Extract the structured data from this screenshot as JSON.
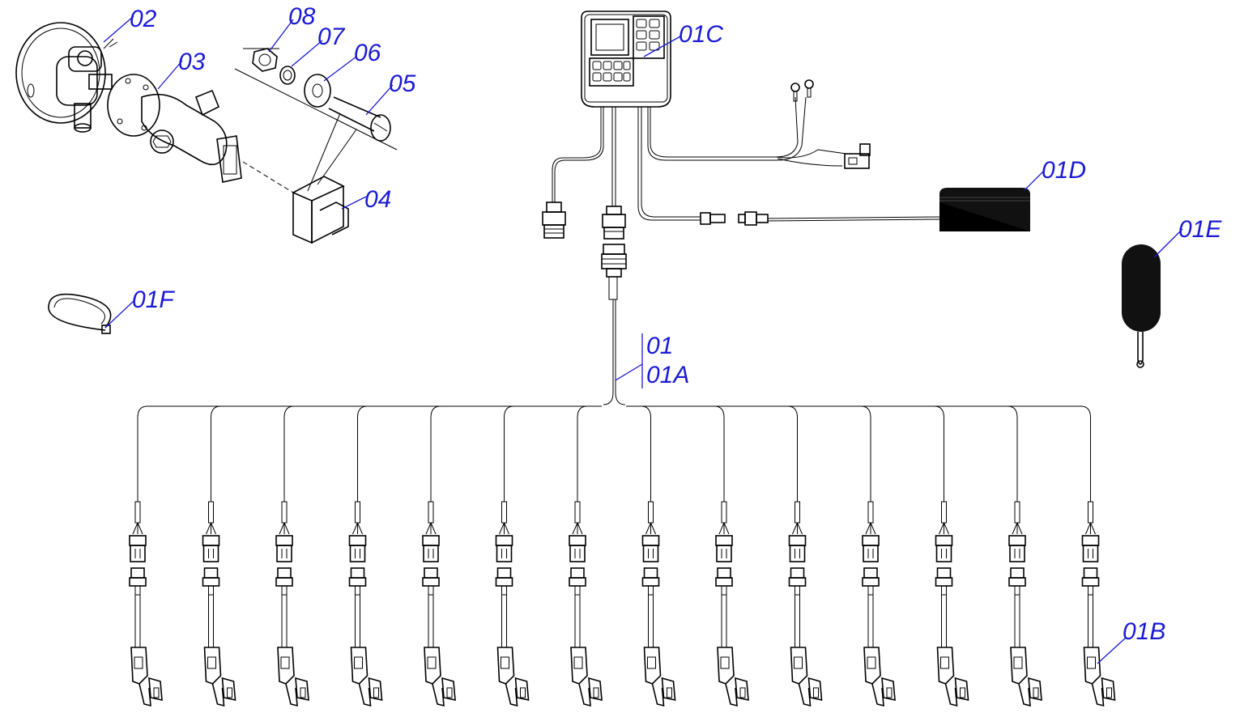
{
  "diagram": {
    "labels": {
      "p02": "02",
      "p03": "03",
      "p04": "04",
      "p05": "05",
      "p06": "06",
      "p07": "07",
      "p08": "08",
      "p01": "01",
      "p01A": "01A",
      "p01B": "01B",
      "p01C": "01C",
      "p01D": "01D",
      "p01E": "01E",
      "p01F": "01F"
    },
    "label_color": "#1a1ad6",
    "line_color": "#000000",
    "sensor_branch_count": 14
  }
}
